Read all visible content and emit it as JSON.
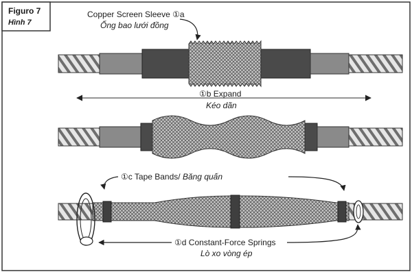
{
  "figure": {
    "label_en": "Figuro 7",
    "label_vi": "Hình 7"
  },
  "callouts": {
    "copper_screen": {
      "number": "①a",
      "en": "Copper Screen Sleeve",
      "vi": "Ống bao lưới đồng"
    },
    "expand": {
      "number": "①b",
      "en": "Expand",
      "vi": "Kéo dãn"
    },
    "tape_bands": {
      "number": "①c",
      "en": "Tape Bands/",
      "vi": "Băng quấn"
    },
    "springs": {
      "number": "①d",
      "en": "Constant-Force Springs",
      "vi": "Lò xo vòng ép"
    }
  }
}
